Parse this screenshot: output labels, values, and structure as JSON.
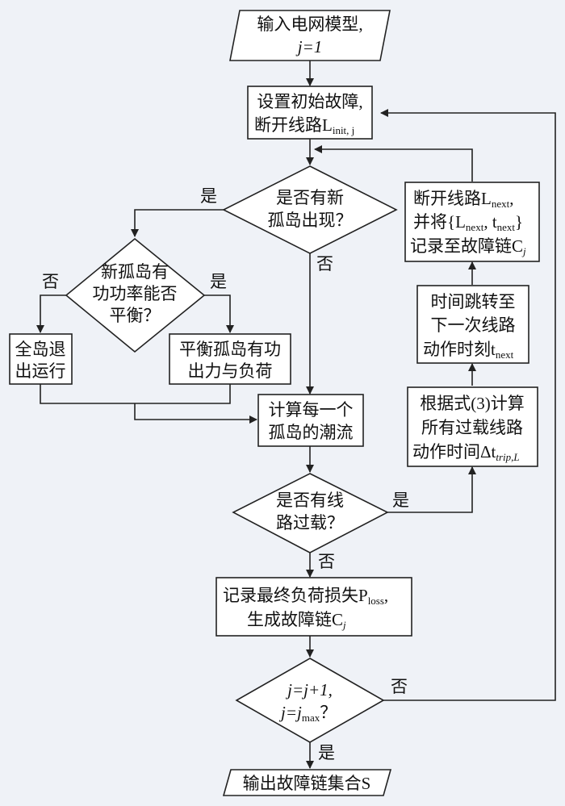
{
  "nodes": {
    "start": [
      "输入电网模型,",
      "j=1"
    ],
    "init_fault": [
      "设置初始故障,",
      "断开线路L",
      "init, j"
    ],
    "new_island": [
      "是否有新",
      "孤岛出现？"
    ],
    "balance": [
      "新孤岛有",
      "功功率能否",
      "平衡？"
    ],
    "shutdown": [
      "全岛退",
      "出运行"
    ],
    "balance_island": [
      "平衡孤岛有功",
      "出力与负荷"
    ],
    "power_flow": [
      "计算每一个",
      "孤岛的潮流"
    ],
    "overload": [
      "是否有线",
      "路过载？"
    ],
    "record_loss": [
      "记录最终负荷损失P",
      "loss",
      ",",
      "生成故障链C",
      "j"
    ],
    "loop_check": [
      "j=j+1,",
      "j=j",
      "max",
      "？"
    ],
    "output": [
      "输出故障链集合S"
    ],
    "trip_time": [
      "根据式(3)计算",
      "所有过载线路",
      "动作时间Δt",
      "trip,L"
    ],
    "time_jump": [
      "时间跳转至",
      "下一次线路",
      "动作时刻t",
      "next"
    ],
    "disconnect": [
      "断开线路L",
      "next",
      ",",
      "并将{L",
      "next",
      ", t",
      "next",
      "}",
      "记录至故障链C",
      "j"
    ]
  },
  "edge_labels": {
    "yes": "是",
    "no": "否"
  }
}
